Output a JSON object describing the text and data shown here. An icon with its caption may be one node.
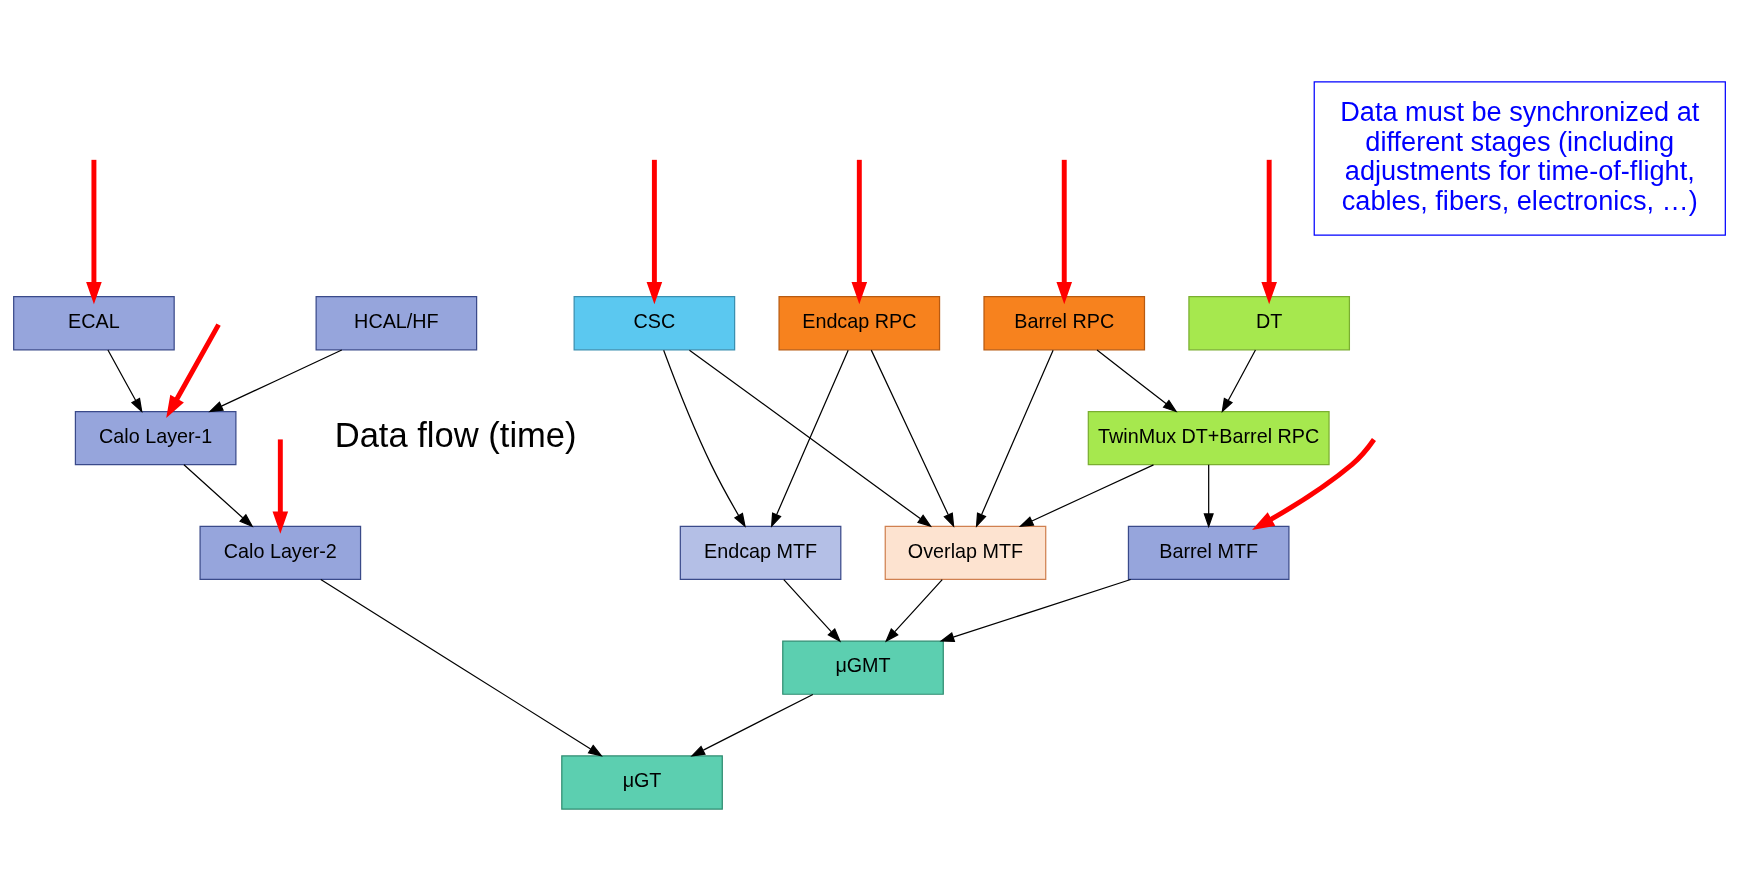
{
  "diagram": {
    "nodes": [
      {
        "text": [
          "CSC"
        ]
      },
      {
        "text": [
          "Endcap RPC"
        ]
      },
      {
        "text": [
          "Barrel RPC"
        ]
      },
      {
        "text": [
          "DT"
        ]
      },
      {
        "text": [
          "ECAL"
        ]
      },
      {
        "text": [
          "HCAL/HF"
        ]
      },
      {
        "text": [
          "TwinMux DT+Barrel RPC"
        ]
      },
      {
        "text": [
          "Calo Layer-1"
        ]
      },
      {
        "text": [
          "Endcap MTF"
        ]
      },
      {
        "text": [
          "Overlap MTF"
        ]
      },
      {
        "text": [
          "Barrel MTF"
        ]
      },
      {
        "text": [
          "Calo Layer-2"
        ]
      },
      {
        "text": [
          "μGMT"
        ]
      },
      {
        "text": [
          "μGT"
        ]
      },
      {
        "text": [
          "Data must be synchronized at different stages (including adjustments for time-of-flight, cables, fibers, electronics, …)"
        ]
      }
    ],
    "edges": [
      {
        "from": null,
        "to": 0,
        "arrow": "to",
        "style": "thick",
        "color": "#ff0000"
      },
      {
        "from": null,
        "to": 1,
        "arrow": "to",
        "style": "thick",
        "color": "#ff0000"
      },
      {
        "from": null,
        "to": 2,
        "arrow": "to",
        "style": "thick",
        "color": "#ff0000"
      },
      {
        "from": null,
        "to": 3,
        "arrow": "to",
        "style": "thick",
        "color": "#ff0000"
      },
      {
        "from": null,
        "to": 4,
        "arrow": "to",
        "style": "thick",
        "color": "#ff0000"
      },
      {
        "from": 0,
        "to": 8,
        "arrow": "to"
      },
      {
        "from": 0,
        "to": 9,
        "arrow": "to"
      },
      {
        "from": 1,
        "to": 8,
        "arrow": "to"
      },
      {
        "from": 1,
        "to": 9,
        "arrow": "to"
      },
      {
        "from": 2,
        "to": 9,
        "arrow": "to"
      },
      {
        "from": 2,
        "to": 6,
        "arrow": "to"
      },
      {
        "from": 3,
        "to": 6,
        "arrow": "to"
      },
      {
        "from": 4,
        "to": 7,
        "arrow": "to"
      },
      {
        "from": 5,
        "to": 7,
        "arrow": "to"
      },
      {
        "from": null,
        "to": 7,
        "arrow": "to",
        "style": "thick",
        "color": "#ff0000"
      },
      {
        "from": 6,
        "to": 9,
        "arrow": "to"
      },
      {
        "from": 6,
        "to": 10,
        "arrow": "to"
      },
      {
        "from": null,
        "to": 10,
        "arrow": "to",
        "style": "thick",
        "color": "#ff0000"
      },
      {
        "from": 7,
        "to": 11,
        "arrow": "to"
      },
      {
        "from": null,
        "to": 11,
        "arrow": "to",
        "style": "thick",
        "color": "#ff0000"
      },
      {
        "from": 8,
        "to": 12,
        "arrow": "to"
      },
      {
        "from": 9,
        "to": 12,
        "arrow": "to"
      },
      {
        "from": 10,
        "to": 12,
        "arrow": "to"
      },
      {
        "from": 12,
        "to": 13,
        "arrow": "to"
      },
      {
        "from": 11,
        "to": 13,
        "arrow": "to"
      }
    ],
    "labels": [
      "Data flow (time)"
    ]
  }
}
